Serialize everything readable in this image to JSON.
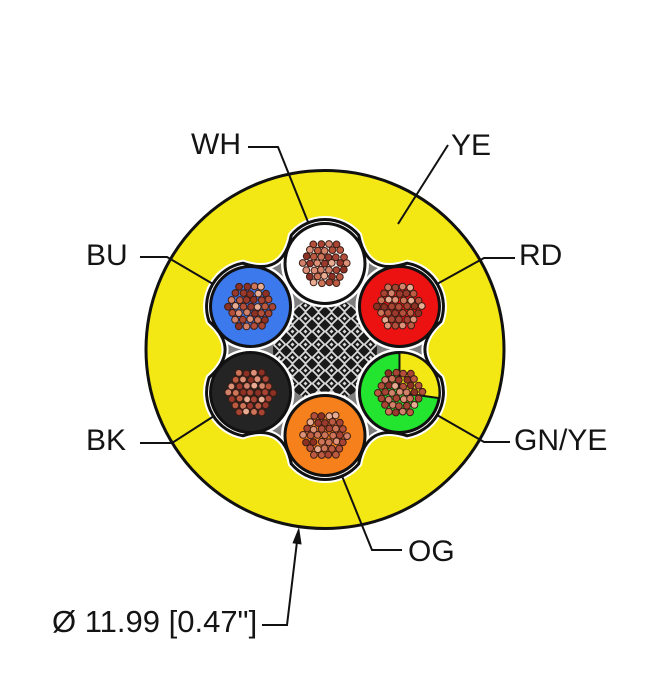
{
  "diagram": {
    "kind": "cable-cross-section",
    "labels": {
      "wh": "WH",
      "ye": "YE",
      "bu": "BU",
      "rd": "RD",
      "bk": "BK",
      "gnye": "GN/YE",
      "og": "OG"
    },
    "dimension": "Ø 11.99 [0.47\"]",
    "colors": {
      "jacket": "#F3E714",
      "filler": "#7E7E7E",
      "braid_dark": "#1A1A1A",
      "braid_light": "#D9D9D9",
      "wrap_tape": "#FFFFFF",
      "outline": "#111111",
      "strand_outline": "#3A1D15",
      "strand_palette": [
        "#8E3125",
        "#A84433",
        "#BC5B42",
        "#CE7458",
        "#DD9178",
        "#E8AC93",
        "#B34F3B",
        "#D2826A",
        "#9A392C"
      ]
    },
    "conductors": [
      {
        "id": "wh",
        "label": "WH",
        "color": "#FFFFFF"
      },
      {
        "id": "rd",
        "label": "RD",
        "color": "#EC1212"
      },
      {
        "id": "gnye",
        "label": "GN/YE",
        "color": "#23E42E",
        "wedge_color": "#F3E714"
      },
      {
        "id": "og",
        "label": "OG",
        "color": "#F5801C"
      },
      {
        "id": "bk",
        "label": "BK",
        "color": "#242424"
      },
      {
        "id": "bu",
        "label": "BU",
        "color": "#3B79EC"
      }
    ]
  }
}
